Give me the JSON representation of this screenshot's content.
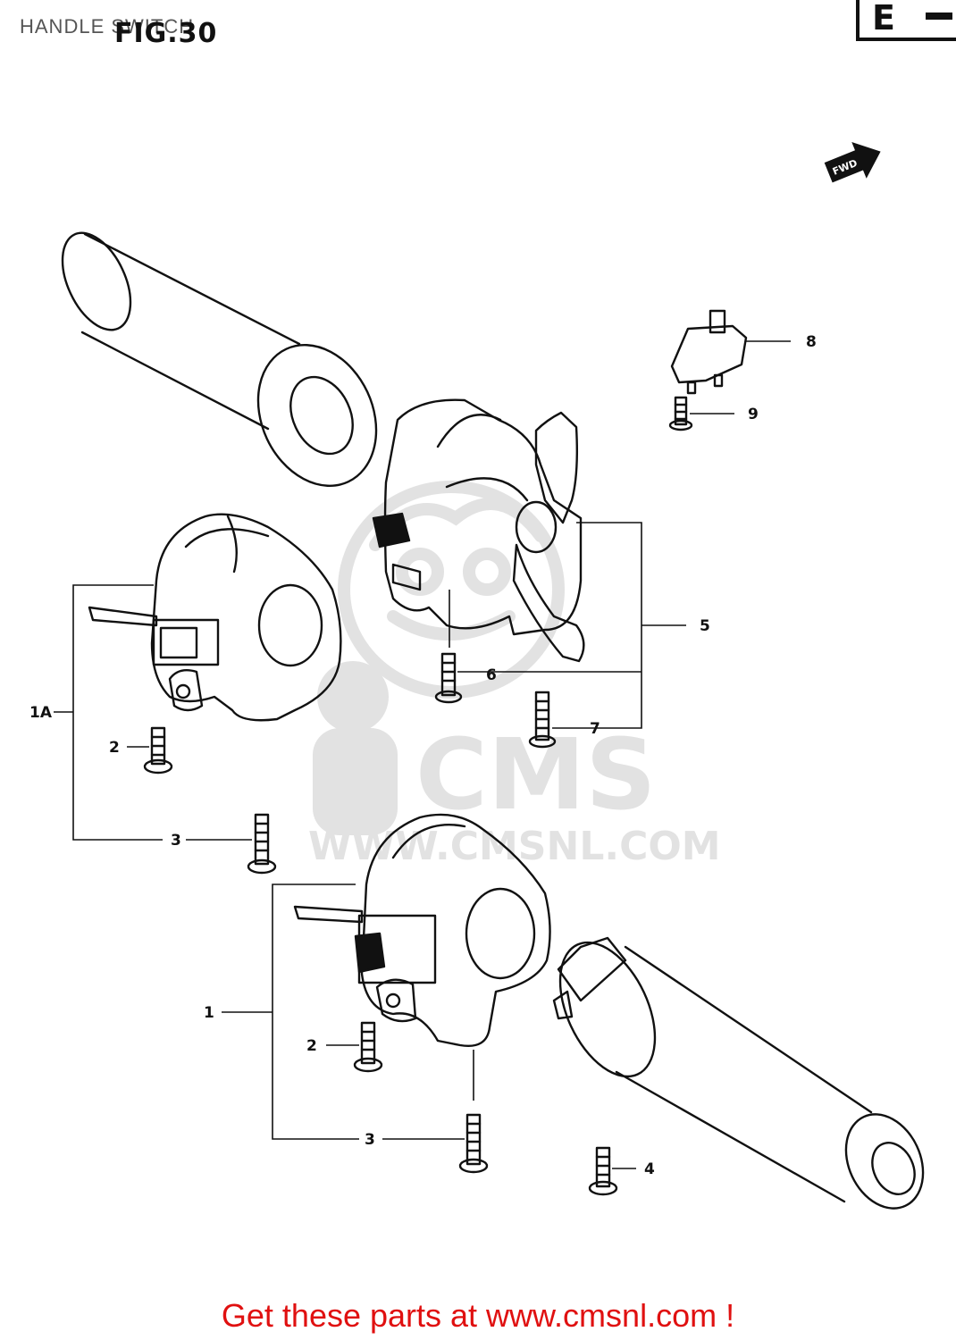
{
  "header": {
    "title": "HANDLE SWITCH",
    "figure": "FIG.30",
    "corner_code": "E"
  },
  "watermark": {
    "logo_text": "CMS",
    "url_text": "WWW.CMSNL.COM"
  },
  "fwd_label": "FWD",
  "callouts": [
    "1",
    "1A",
    "2",
    "2",
    "3",
    "3",
    "4",
    "5",
    "6",
    "7",
    "8",
    "9"
  ],
  "footer": {
    "text": "Get these parts at www.cmsnl.com !"
  }
}
